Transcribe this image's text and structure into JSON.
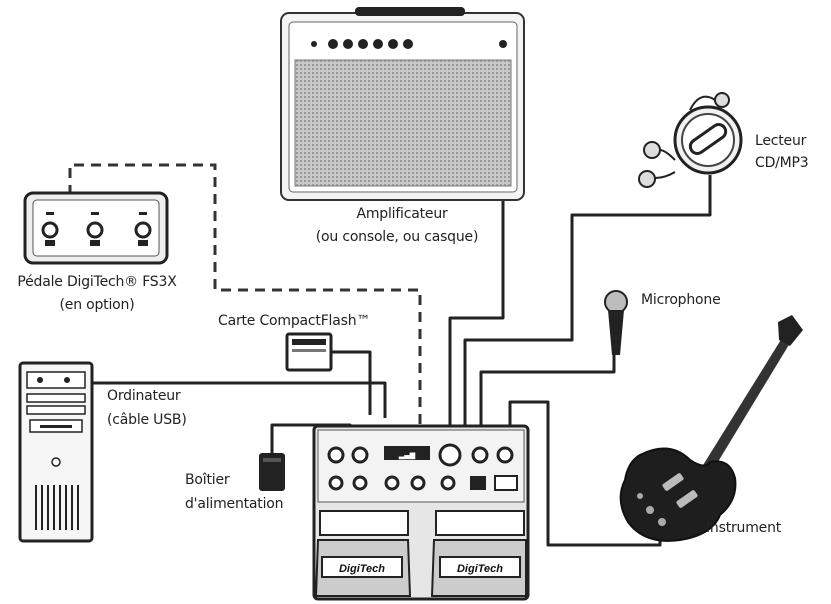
{
  "labels": {
    "amp_line1": "Amplificateur",
    "amp_line2": "(ou console, ou casque)",
    "cd_line1": "Lecteur",
    "cd_line2": "CD/MP3",
    "pedal_line1": "Pédale DigiTech® FS3X",
    "pedal_line2": "(en option)",
    "compactflash": "Carte CompactFlash™",
    "microphone": "Microphone",
    "computer_line1": "Ordinateur",
    "computer_line2": "(câble USB)",
    "power_line1": "Boîtier",
    "power_line2": "d'alimentation",
    "instrument": "Instrument"
  },
  "brand": {
    "logo_text": "DigiTech"
  }
}
